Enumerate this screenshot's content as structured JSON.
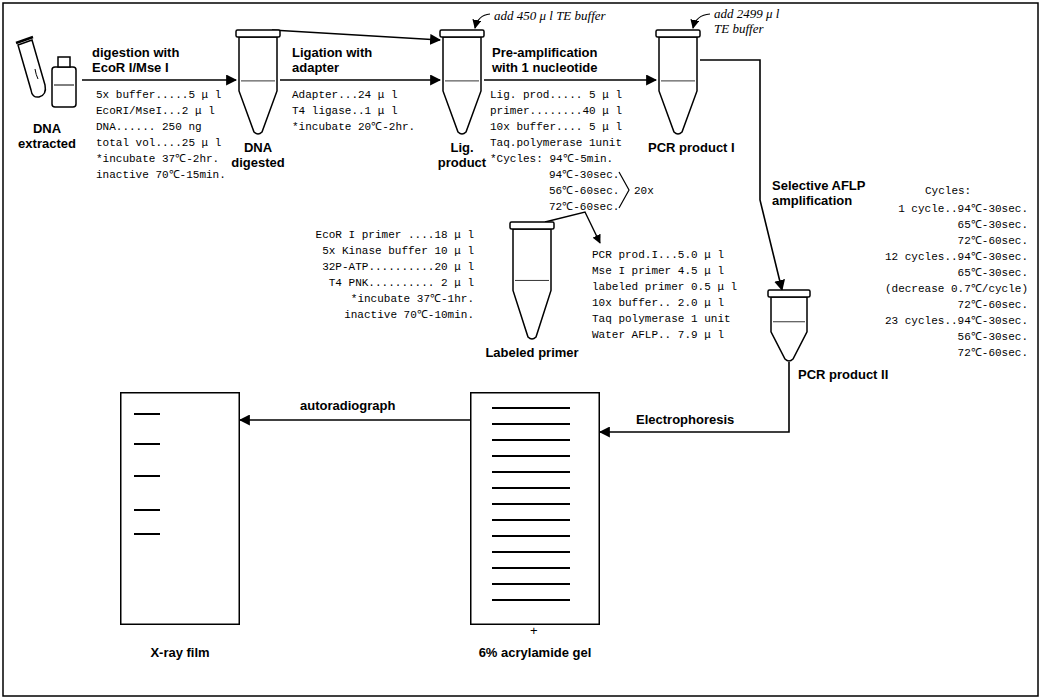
{
  "diagram": {
    "nodes": [
      {
        "text": [
          "DNA extracted"
        ]
      },
      {
        "text": [
          "DNA digested"
        ]
      },
      {
        "text": [
          "Lig. product"
        ]
      },
      {
        "text": [
          "PCR product I"
        ]
      },
      {
        "text": [
          "Labeled primer"
        ]
      },
      {
        "text": [
          "PCR product II"
        ]
      },
      {
        "text": [
          "6% acrylamide gel"
        ]
      },
      {
        "text": [
          "X-ray film"
        ]
      }
    ],
    "edges": [
      {
        "from": 0,
        "to": 1,
        "label": "digestion with EcoR I/Mse I",
        "arrow": "to"
      },
      {
        "from": 1,
        "to": 2,
        "label": "Ligation with adapter",
        "arrow": "to"
      },
      {
        "from": 1,
        "to": 2,
        "arrow": "to"
      },
      {
        "from": 2,
        "to": 3,
        "label": "Pre-amplification with 1 nucleotide",
        "arrow": "to"
      },
      {
        "from": 3,
        "to": 5,
        "label": "Selective AFLP amplification",
        "arrow": "to"
      },
      {
        "from": 5,
        "to": 6,
        "label": "Electrophoresis",
        "arrow": "to"
      },
      {
        "from": 6,
        "to": 7,
        "label": "autoradiograph",
        "arrow": "to"
      }
    ],
    "labels": [
      "add 450 μ l TE buffer",
      "add 2499 μ l TE buffer",
      "5x buffer.....5 μ l",
      "EcoRI/MseI...2 μ l",
      "DNA...... 250 ng",
      "total vol....25 μ l",
      "*incubate 37℃-2hr.",
      "inactive 70℃-15min.",
      "Adapter...24 μ l",
      "T4 ligase..1 μ l",
      "*incubate 20℃-2hr.",
      "Lig. prod..... 5 μ l",
      "primer........40 μ l",
      "10x buffer.... 5 μ l",
      "Taq.polymerase 1unit",
      "*Cycles: 94℃-5min.",
      "94℃-30sec.",
      "56℃-60sec.",
      "72℃-60sec.",
      "20x",
      "EcoR I primer ....18 μ l",
      "5x Kinase buffer 10 μ l",
      "32P-ATP..........20 μ l",
      "T4 PNK.......... 2 μ l",
      "*incubate 37℃-1hr.",
      "inactive 70℃-10min.",
      "PCR prod.I...5.0 μ l",
      "Mse I primer 4.5 μ l",
      "labeled primer 0.5 μ l",
      "10x buffer.. 2.0 μ l",
      "Taq polymerase 1 unit",
      "Water AFLP.. 7.9 μ l",
      "Cycles:",
      "1 cycle..94℃-30sec.",
      "65℃-30sec.",
      "72℃-60sec.",
      "12 cycles..94℃-30sec.",
      "65℃-30sec.",
      "(decrease 0.7℃/cycle)",
      "72℃-60sec.",
      "23 cycles..94℃-30sec.",
      "56℃-30sec.",
      "72℃-60sec.",
      "+"
    ]
  }
}
